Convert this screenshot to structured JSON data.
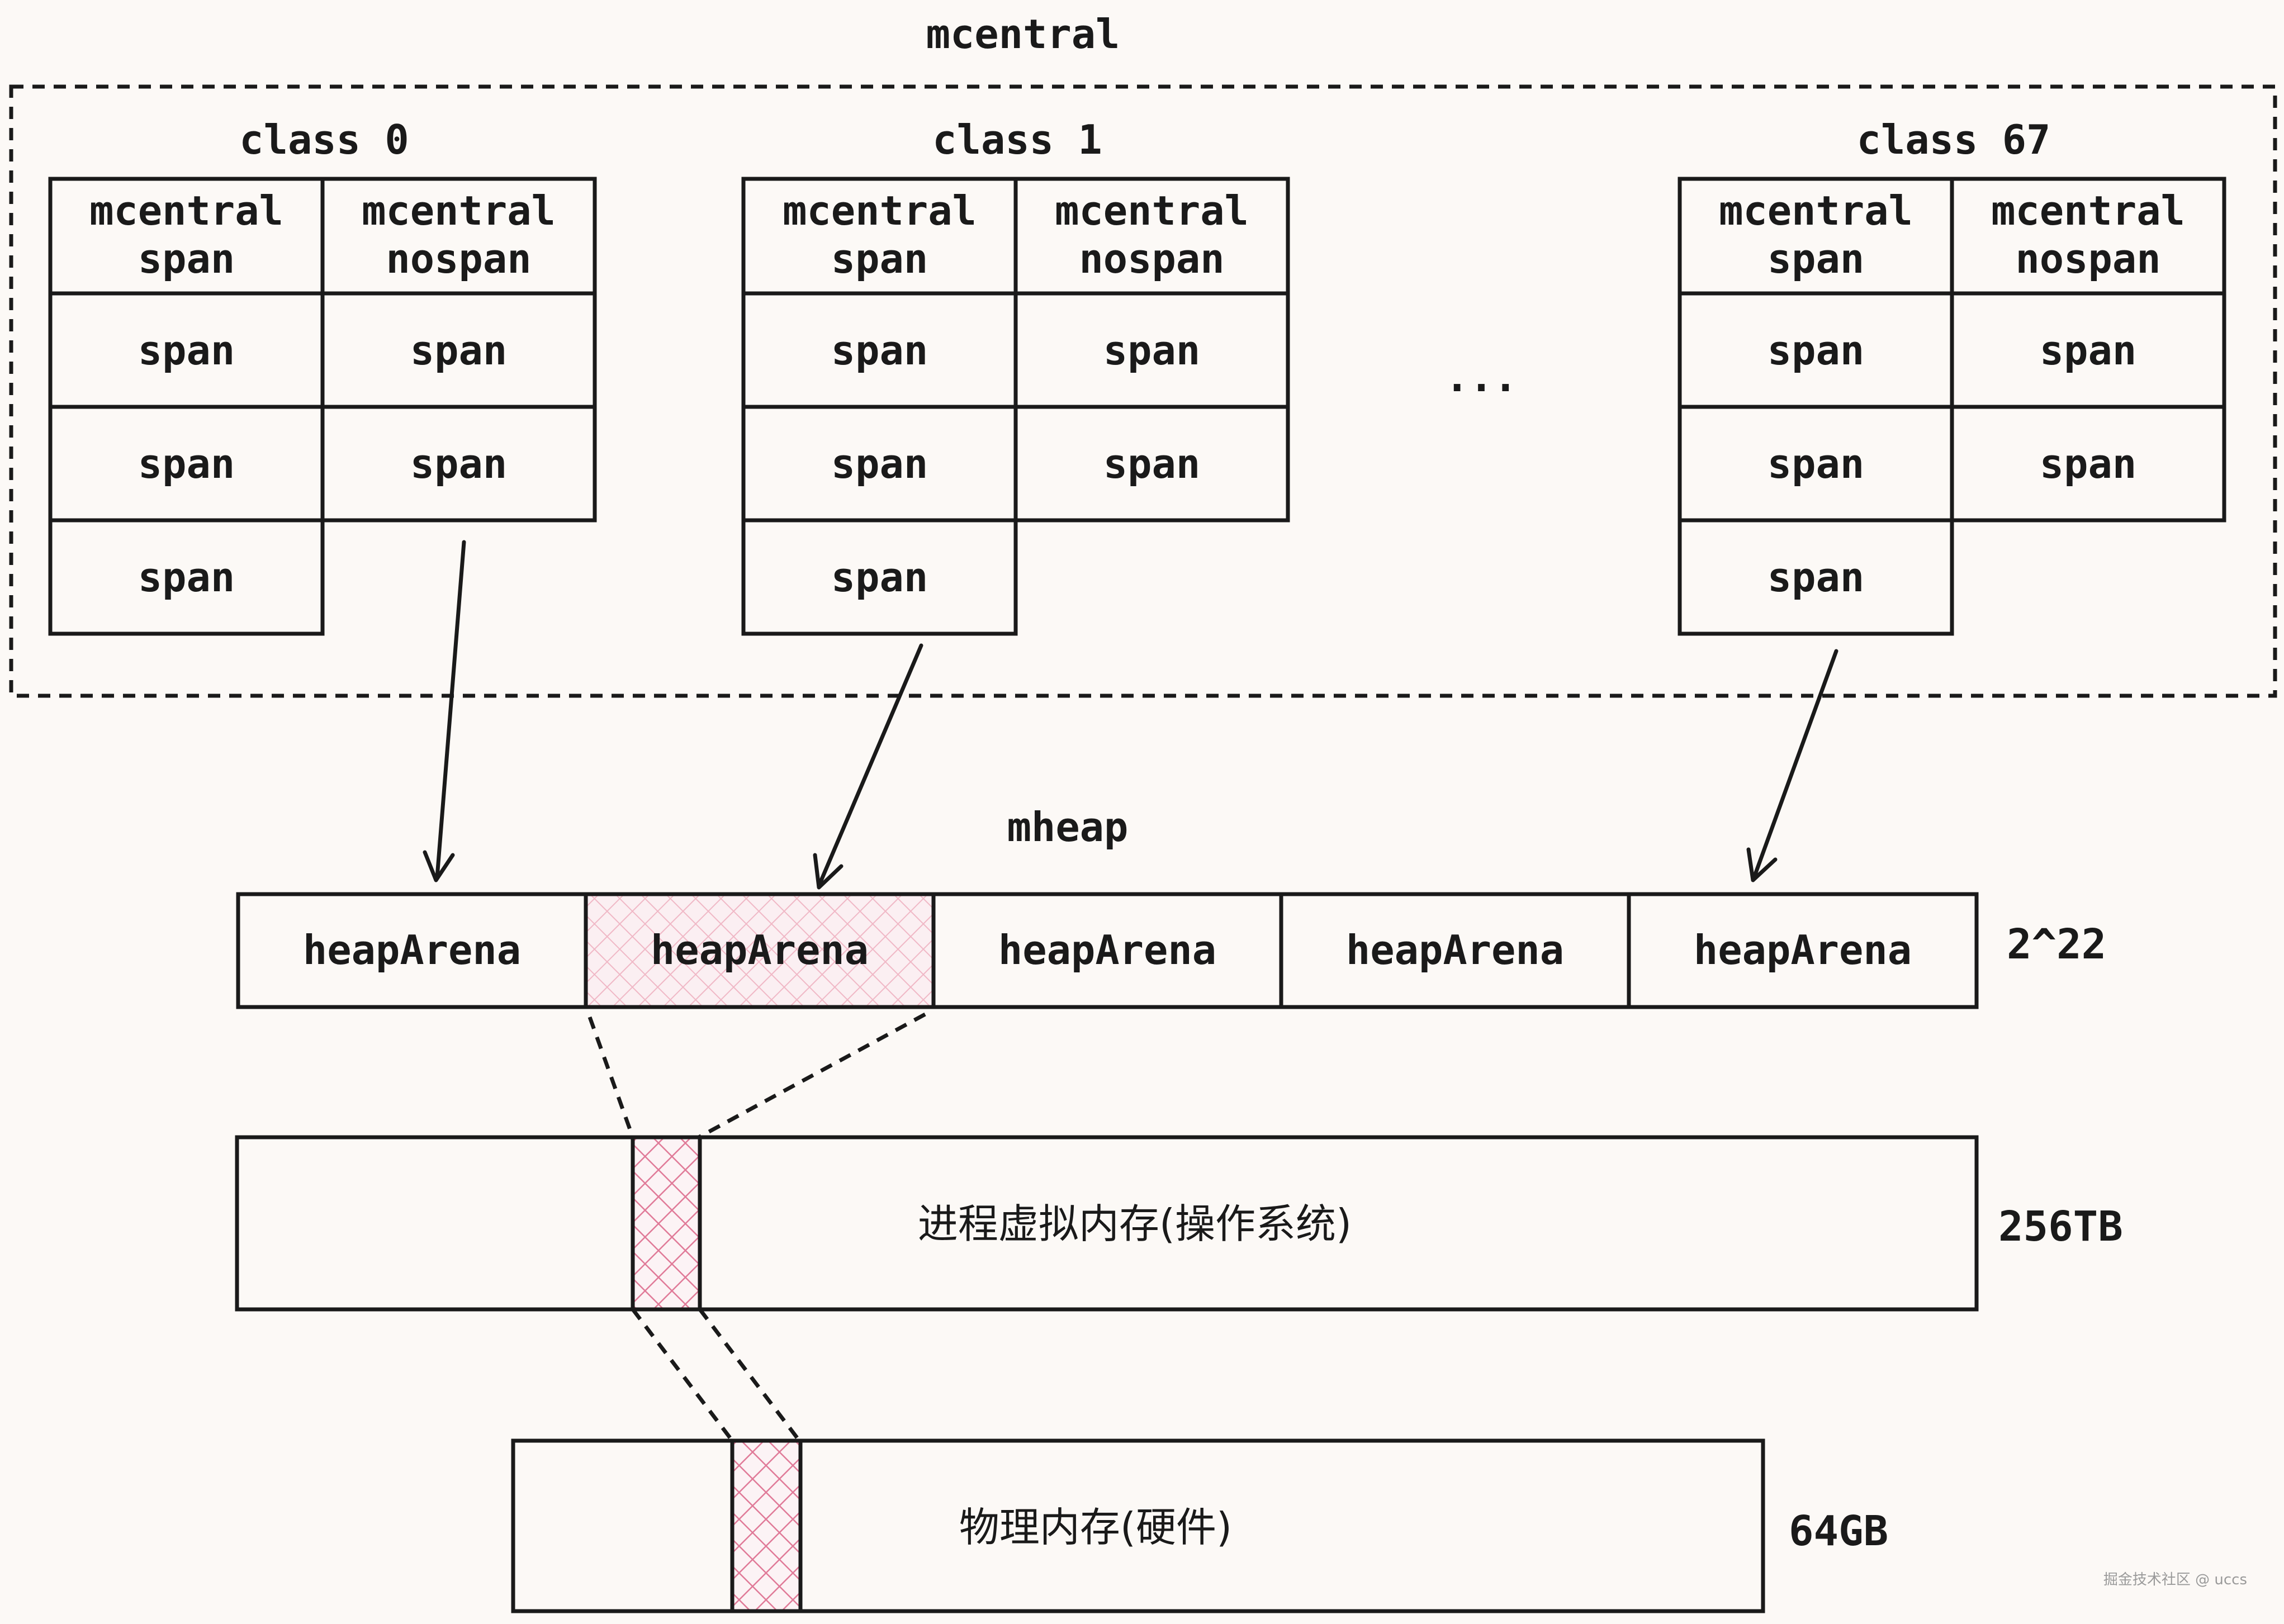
{
  "mcentral_title": "mcentral",
  "mheap_title": "mheap",
  "ellipsis": "...",
  "classes": [
    {
      "label": "class 0",
      "col1_header": [
        "mcentral",
        "span"
      ],
      "col2_header": [
        "mcentral",
        "nospan"
      ],
      "span_label": "span"
    },
    {
      "label": "class 1",
      "col1_header": [
        "mcentral",
        "span"
      ],
      "col2_header": [
        "mcentral",
        "nospan"
      ],
      "span_label": "span"
    },
    {
      "label": "class 67",
      "col1_header": [
        "mcentral",
        "span"
      ],
      "col2_header": [
        "mcentral",
        "nospan"
      ],
      "span_label": "span"
    }
  ],
  "heap_arena_label": "heapArena",
  "heap_arena_count": 5,
  "highlighted_arena_index": 1,
  "heap_size_label": "2^22",
  "virtual_memory": {
    "label": "进程虚拟内存(操作系统)",
    "size": "256TB"
  },
  "physical_memory": {
    "label": "物理内存(硬件)",
    "size": "64GB"
  },
  "watermark": "掘金技术社区 @ uccs",
  "colors": {
    "background": "#fcf9f6",
    "line": "#1a1a1a",
    "highlight_hatch": "#e07a98",
    "highlight_light": "#f0b8c6"
  }
}
